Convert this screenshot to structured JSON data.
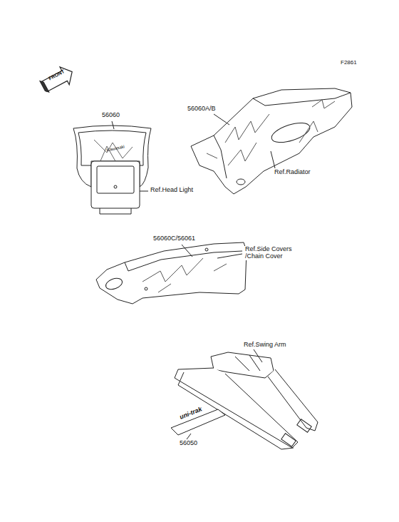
{
  "diagram": {
    "labels": [
      "F2861",
      "FRONT",
      "56060",
      "Kawasaki",
      "Ref.Head Light",
      "56060A/B",
      "Ref.Radiator",
      "56060C/56061",
      "Ref.Side Covers /Chain Cover",
      "Ref.Swing Arm",
      "uni-trak",
      "56050"
    ]
  }
}
